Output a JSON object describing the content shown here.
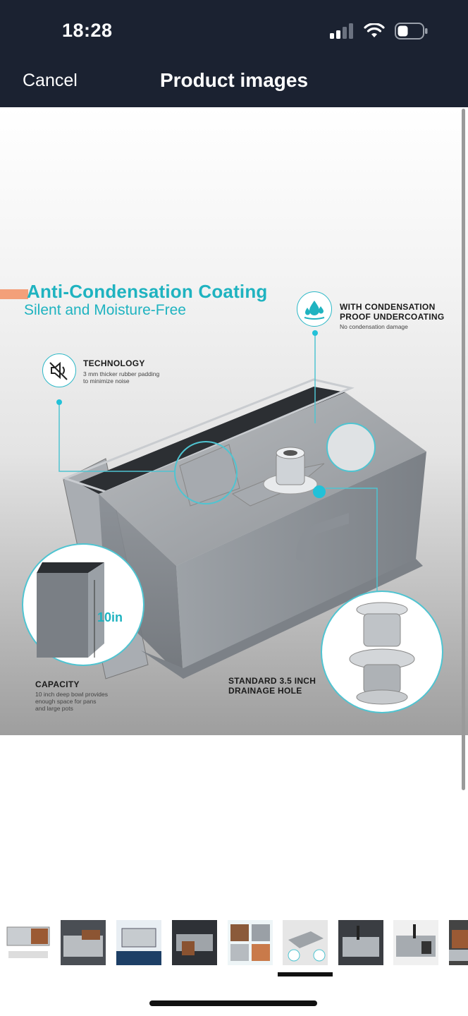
{
  "status_bar": {
    "time": "18:28"
  },
  "nav": {
    "cancel_label": "Cancel",
    "title": "Product images"
  },
  "product_image": {
    "headline": "Anti-Condensation Coating",
    "subheadline": "Silent and Moisture-Free",
    "callouts": {
      "condensation": {
        "title_line1": "WITH CONDENSATION",
        "title_line2": "PROOF UNDERCOATING",
        "body": "No condensation damage"
      },
      "technology": {
        "title": "TECHNOLOGY",
        "body_line1": "3 mm thicker rubber padding",
        "body_line2": "to minimize noise"
      },
      "capacity": {
        "title": "CAPACITY",
        "body_line1": "10 inch deep bowl provides",
        "body_line2": "enough space for pans",
        "body_line3": "and large pots"
      },
      "drain": {
        "title_line1": "STANDARD 3.5 INCH",
        "title_line2": "DRAINAGE HOLE"
      }
    },
    "depth_label": "10in",
    "colors": {
      "accent": "#1fb3c0",
      "orange": "#f3a07a"
    }
  },
  "thumbnails": {
    "count": 9,
    "selected_index": 5
  },
  "icons": [
    "signal-icon",
    "wifi-icon",
    "battery-icon",
    "mute-speaker-icon",
    "water-drops-icon"
  ]
}
